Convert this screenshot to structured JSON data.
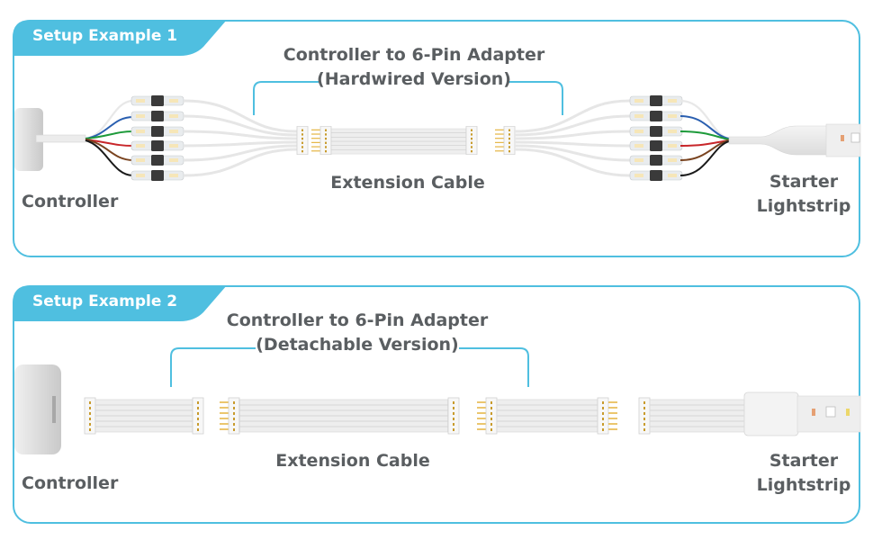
{
  "colors": {
    "accent": "#4fbfe0",
    "text": "#5a5e61",
    "wire_blue": "#2a5fb0",
    "wire_green": "#1d9a3a",
    "wire_red": "#c8262a",
    "wire_brown": "#7a4420",
    "wire_black": "#1a1a1a",
    "pin_gold": "#e6b84a"
  },
  "panels": [
    {
      "title": "Setup Example 1",
      "adapter_label_line1": "Controller to 6-Pin Adapter",
      "adapter_label_line2": "(Hardwired Version)",
      "extension_label": "Extension Cable",
      "controller_label": "Controller",
      "lightstrip_label_line1": "Starter",
      "lightstrip_label_line2": "Lightstrip"
    },
    {
      "title": "Setup Example 2",
      "adapter_label_line1": "Controller to 6-Pin Adapter",
      "adapter_label_line2": "(Detachable Version)",
      "extension_label": "Extension Cable",
      "controller_label": "Controller",
      "lightstrip_label_line1": "Starter",
      "lightstrip_label_line2": "Lightstrip"
    }
  ]
}
